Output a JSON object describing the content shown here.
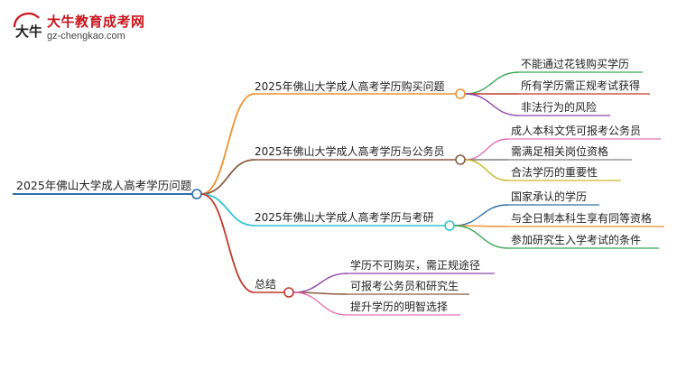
{
  "logo": {
    "emblem_text": "大牛",
    "title": "大牛教育成考网",
    "url": "gz-chengkao.com"
  },
  "root": {
    "label": "2025年佛山大学成人高考学历问题",
    "color": "#2e6fa8"
  },
  "branches": [
    {
      "label": "2025年佛山大学成人高考学历购买问题",
      "color": "#f0922f",
      "leaves": [
        {
          "label": "不能通过花钱购买学历",
          "color": "#3aa853"
        },
        {
          "label": "所有学历需正规考试获得",
          "color": "#c0392b"
        },
        {
          "label": "非法行为的风险",
          "color": "#8e44ad"
        }
      ]
    },
    {
      "label": "2025年佛山大学成人高考学历与公务员",
      "color": "#8a5a44",
      "leaves": [
        {
          "label": "成人本科文凭可报考公务员",
          "color": "#e673b5"
        },
        {
          "label": "需满足相关岗位资格",
          "color": "#7f7f7f"
        },
        {
          "label": "合法学历的重要性",
          "color": "#c9b72a"
        }
      ]
    },
    {
      "label": "2025年佛山大学成人高考学历与考研",
      "color": "#34c4d4",
      "leaves": [
        {
          "label": "国家承认的学历",
          "color": "#2e6fa8"
        },
        {
          "label": "与全日制本科生享有同等资格",
          "color": "#f0922f"
        },
        {
          "label": "参加研究生入学考试的条件",
          "color": "#3aa853"
        }
      ]
    },
    {
      "label": "总结",
      "color": "#c0392b",
      "leaves": [
        {
          "label": "学历不可购买，需正规途径",
          "color": "#8e44ad"
        },
        {
          "label": "可报考公务员和研究生",
          "color": "#8a5a44"
        },
        {
          "label": "提升学历的明智选择",
          "color": "#e673b5"
        }
      ]
    }
  ]
}
